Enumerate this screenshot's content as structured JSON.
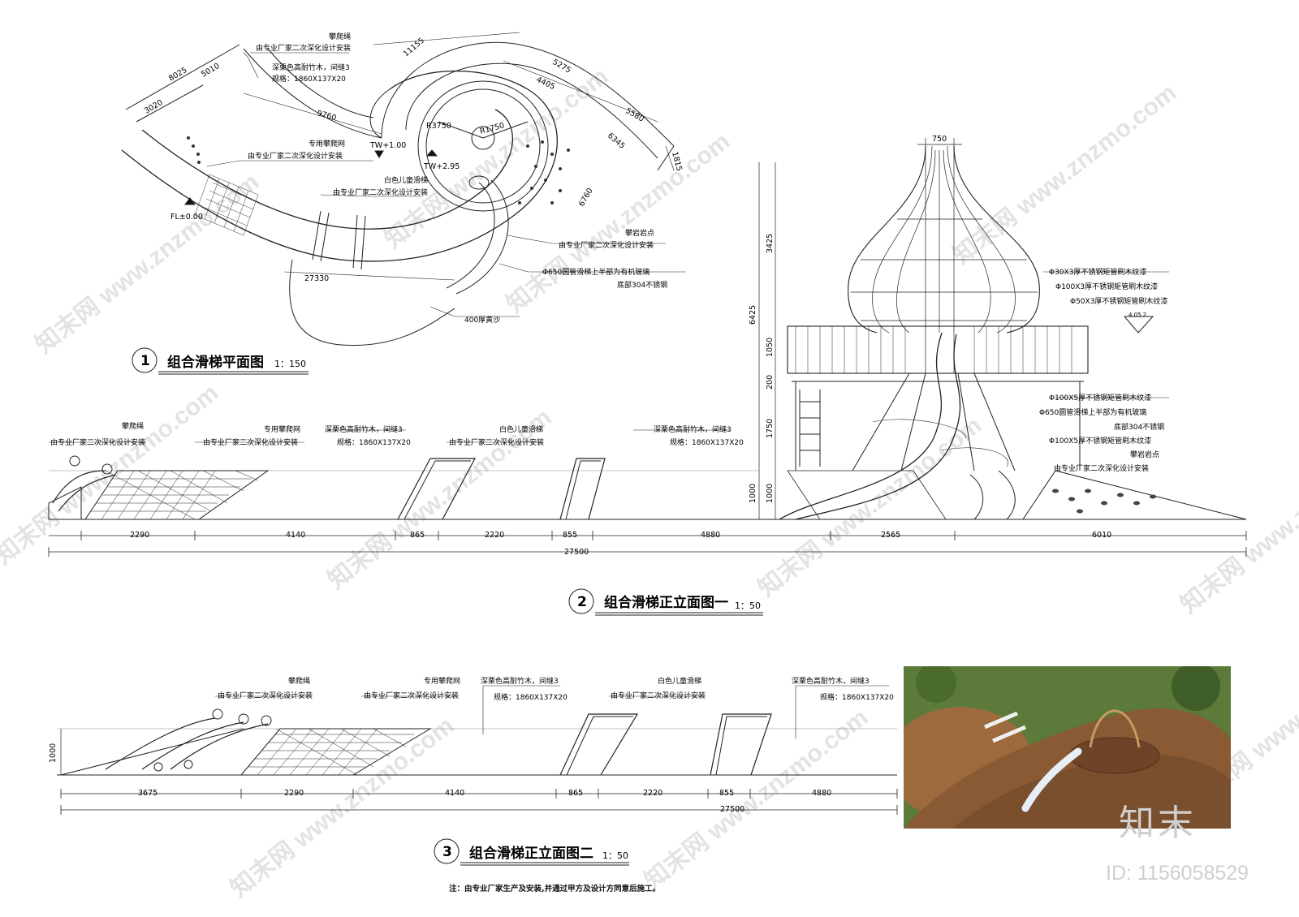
{
  "plan": {
    "caption_no": "1",
    "caption": "组合滑梯平面图",
    "scale": "1：150",
    "dims": [
      "8025",
      "5010",
      "3020",
      "9760",
      "11155",
      "5275",
      "4405",
      "5580",
      "6345",
      "1815",
      "6760",
      "27330"
    ],
    "radii": [
      "R3750",
      "R1750"
    ],
    "levels": [
      "TW+1.00",
      "TW+2.95",
      "FL±0.00"
    ],
    "notes": {
      "rope_title": "攀爬绳",
      "rope_sub": "由专业厂家二次深化设计安装",
      "wood_title": "深栗色高耐竹木，间缝3",
      "wood_spec": "规格：1860X137X20",
      "net_title": "专用攀爬网",
      "net_sub": "由专业厂家二次深化设计安装",
      "slide_title": "白色儿童滑梯",
      "slide_sub": "由专业厂家二次深化设计安装",
      "rock_title": "攀岩岩点",
      "rock_sub": "由专业厂家二次深化设计安装",
      "tube_title": "Φ650圆管滑梯上半部为有机玻璃",
      "tube_sub": "底部304不锈钢",
      "sand": "400厚黄沙"
    }
  },
  "elev1": {
    "caption_no": "2",
    "caption": "组合滑梯正立面图一",
    "scale": "1：50",
    "labels": {
      "rope": "攀爬绳",
      "rope_sub": "由专业厂家二次深化设计安装",
      "net": "专用攀爬网",
      "net_sub": "由专业厂家二次深化设计安装",
      "wood": "深栗色高耐竹木，间缝3",
      "wood_spec": "规格：1860X137X20",
      "slide": "白色儿童滑梯",
      "slide_sub": "由专业厂家二次深化设计安装",
      "wood2": "深栗色高耐竹木，间缝3",
      "wood2_spec": "规格：1860X137X20"
    },
    "dims": [
      "2290",
      "4140",
      "865",
      "2220",
      "855",
      "4880",
      "2565",
      "6010"
    ],
    "total": "27500"
  },
  "tower": {
    "top_dim": "750",
    "vdims": [
      "3425",
      "6425",
      "1050",
      "200",
      "1750",
      "1000",
      "1000"
    ],
    "notes": [
      "Φ30X3厚不锈钢矩管刷木纹漆",
      "Φ100X3厚不锈钢矩管刷木纹漆",
      "Φ50X3厚不锈钢矩管刷木纹漆",
      "Φ100X5厚不锈钢矩管刷木纹漆",
      "Φ650圆管滑梯上半部为有机玻璃",
      "底部304不锈钢",
      "Φ100X5厚不锈钢矩管刷木纹漆",
      "攀岩岩点",
      "由专业厂家二次深化设计安装"
    ],
    "level_tag": "4.05.2"
  },
  "elev2": {
    "caption_no": "3",
    "caption": "组合滑梯正立面图二",
    "scale": "1：50",
    "labels": {
      "rope": "攀爬绳",
      "rope_sub": "由专业厂家二次深化设计安装",
      "net": "专用攀爬网",
      "net_sub": "由专业厂家二次深化设计安装",
      "wood": "深栗色高耐竹木，间缝3",
      "wood_spec": "规格：1860X137X20",
      "slide": "白色儿童滑梯",
      "slide_sub": "由专业厂家二次深化设计安装",
      "wood2": "深栗色高耐竹木，间缝3",
      "wood2_spec": "规格：1860X137X20"
    },
    "height": "1000",
    "dims": [
      "3675",
      "2290",
      "4140",
      "865",
      "2220",
      "855",
      "4880"
    ],
    "total": "27500"
  },
  "footnote": "注：由专业厂家生产及安装,并通过甲方及设计方同意后施工。",
  "brand": "知末",
  "brand_id": "ID: 1156058529",
  "watermark": "知末网 www.znzmo.com"
}
